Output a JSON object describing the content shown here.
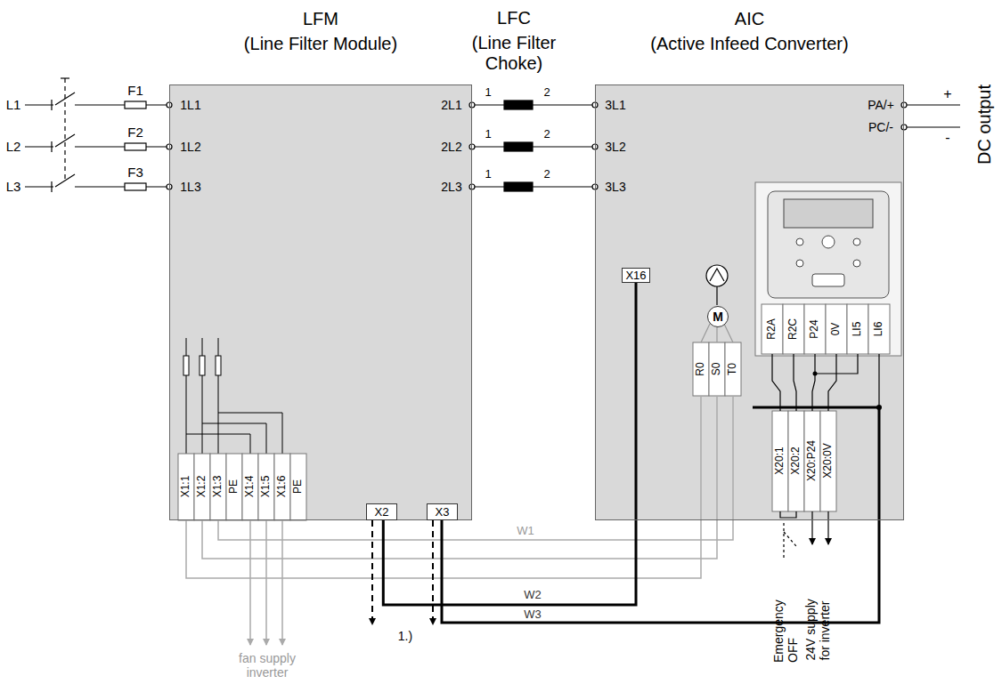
{
  "diagram": {
    "nodes": [
      {
        "text": [
          "LFM",
          "(Line Filter Module)"
        ]
      },
      {
        "text": [
          "AIC",
          "(Active Infeed Converter)"
        ]
      },
      {
        "text": [
          "X2"
        ],
        "in": 0
      },
      {
        "text": [
          "X3"
        ],
        "in": 0
      },
      {
        "text": [
          "X16"
        ],
        "in": 1
      },
      {
        "text": [
          "M"
        ],
        "in": 1
      }
    ],
    "edges": [
      {
        "from": 2,
        "to": 4,
        "arrow": "none",
        "label": "W2"
      }
    ],
    "labels": [
      "LFC",
      "(Line Filter Choke)",
      "L1",
      "L2",
      "L3",
      "F1",
      "F2",
      "F3",
      "1L1",
      "1L2",
      "1L3",
      "2L1",
      "2L2",
      "2L3",
      "1",
      "2",
      "1",
      "2",
      "1",
      "2",
      "3L1",
      "3L2",
      "3L3",
      "PA/+",
      "PC/-",
      "+",
      "-",
      "DC output",
      "X1:1",
      "X1:2",
      "X1:3",
      "PE",
      "X1:4",
      "X1:5",
      "X1:6",
      "PE",
      "R0",
      "S0",
      "T0",
      "R2A",
      "R2C",
      "P24",
      "0V",
      "LI5",
      "LI6",
      "X20:1",
      "X20:2",
      "X20:P24",
      "X20:0V",
      "W1",
      "W3",
      "Emergency OFF",
      "24V supply for inverter",
      "fan supply inverter",
      "1.)"
    ]
  }
}
